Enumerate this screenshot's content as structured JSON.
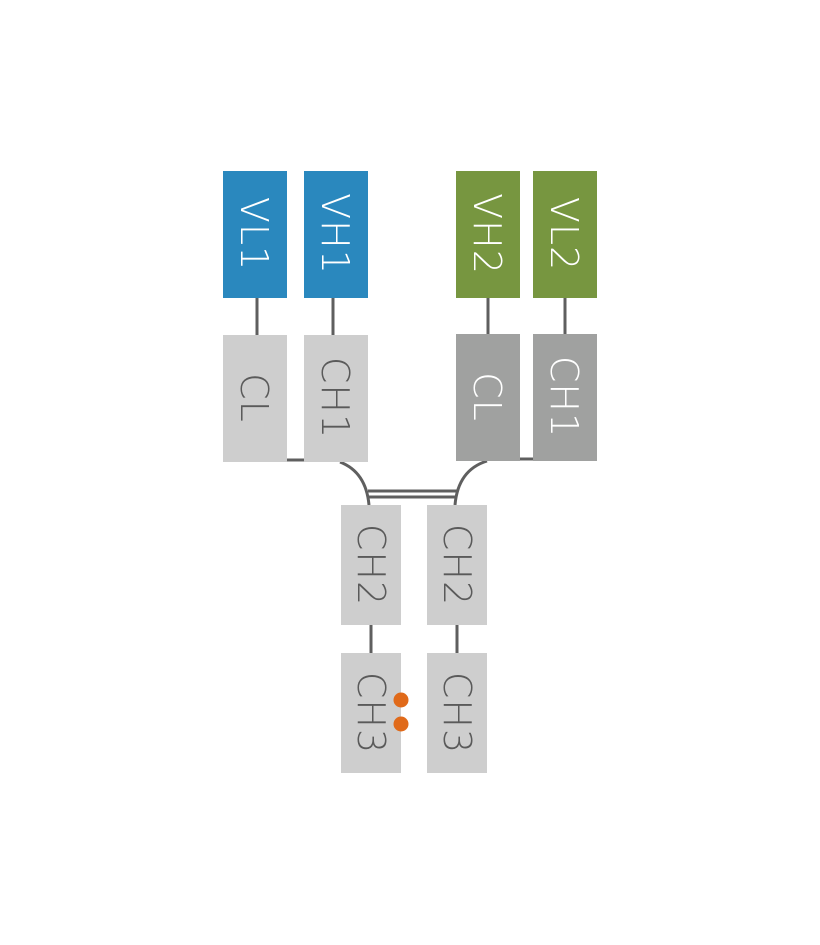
{
  "colors": {
    "heavy_variable_1": "#2A88BE",
    "variable_2": "#779640",
    "light_constant": "#CECECE",
    "dark_constant": "#A0A1A0",
    "line": "#5F5F5F",
    "dark_text": "#5A5A5A",
    "light_text": "#FFFFFF",
    "knob_hole": "#E06A1A"
  },
  "domains": {
    "vl1": "VL1",
    "vh1": "VH1",
    "vh2": "VH2",
    "vl2": "VL2",
    "cl_left": "CL",
    "ch1_left": "CH1",
    "cl_right": "CL",
    "ch1_right": "CH1",
    "ch2_left": "CH2",
    "ch2_right": "CH2",
    "ch3_left": "CH3",
    "ch3_right": "CH3"
  }
}
